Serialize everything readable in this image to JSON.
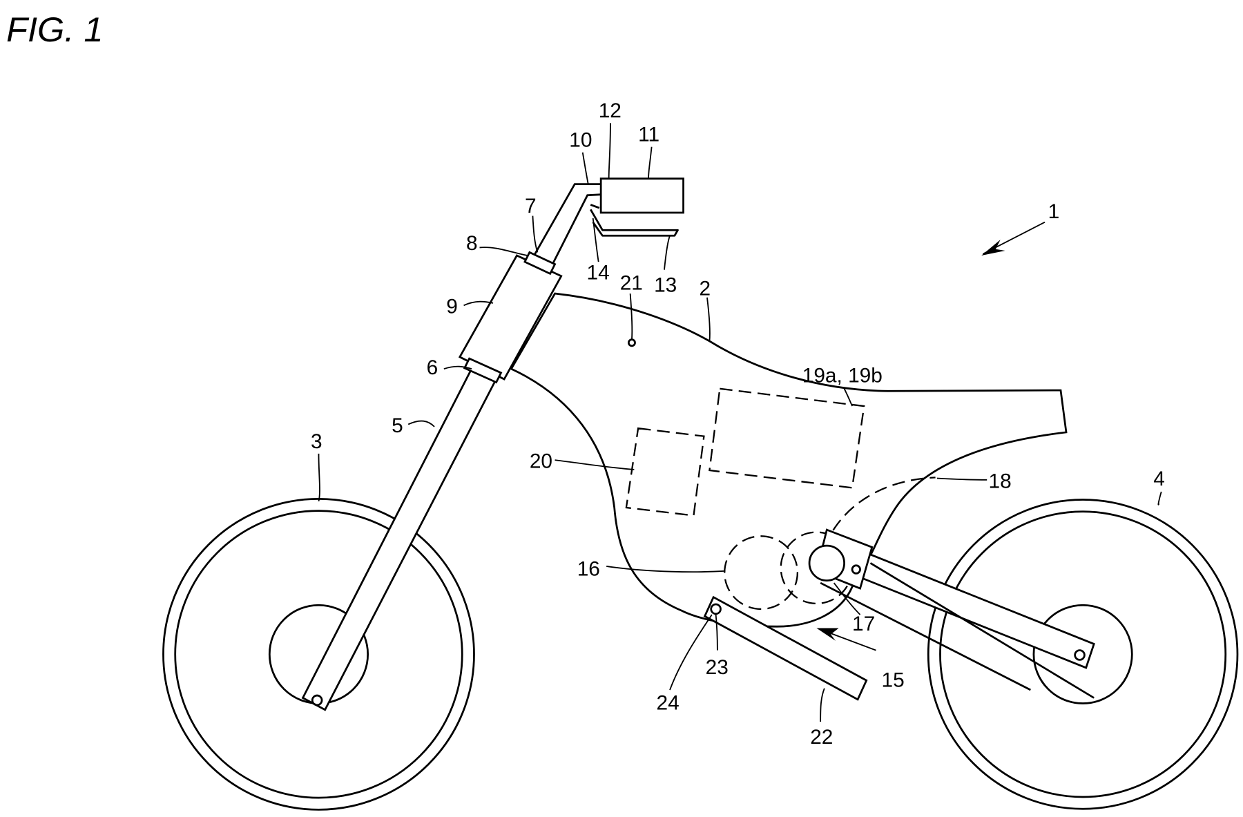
{
  "figure": {
    "title": "FIG. 1"
  },
  "labels": {
    "l1": "1",
    "l2": "2",
    "l3": "3",
    "l4": "4",
    "l5": "5",
    "l6": "6",
    "l7": "7",
    "l8": "8",
    "l9": "9",
    "l10": "10",
    "l11": "11",
    "l12": "12",
    "l13": "13",
    "l14": "14",
    "l15": "15",
    "l16": "16",
    "l17": "17",
    "l18": "18",
    "l19": "19a, 19b",
    "l20": "20",
    "l21": "21",
    "l22": "22",
    "l23": "23",
    "l24": "24"
  }
}
